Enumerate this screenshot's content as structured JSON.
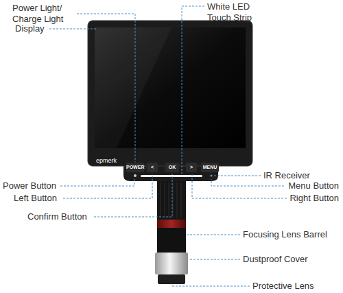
{
  "diagram": {
    "labels": [
      "Power Light/ Charge Light",
      "White LED Touch Strip",
      "Display",
      "IR Receiver",
      "Power Button",
      "Menu Button",
      "Left Button",
      "Right Button",
      "Confirm Button",
      "Focusing Lens Barrel",
      "Dustproof Cover",
      "Protective Lens",
      "epmerk",
      "POWER",
      "<",
      "OK",
      ">",
      "MENU"
    ]
  }
}
